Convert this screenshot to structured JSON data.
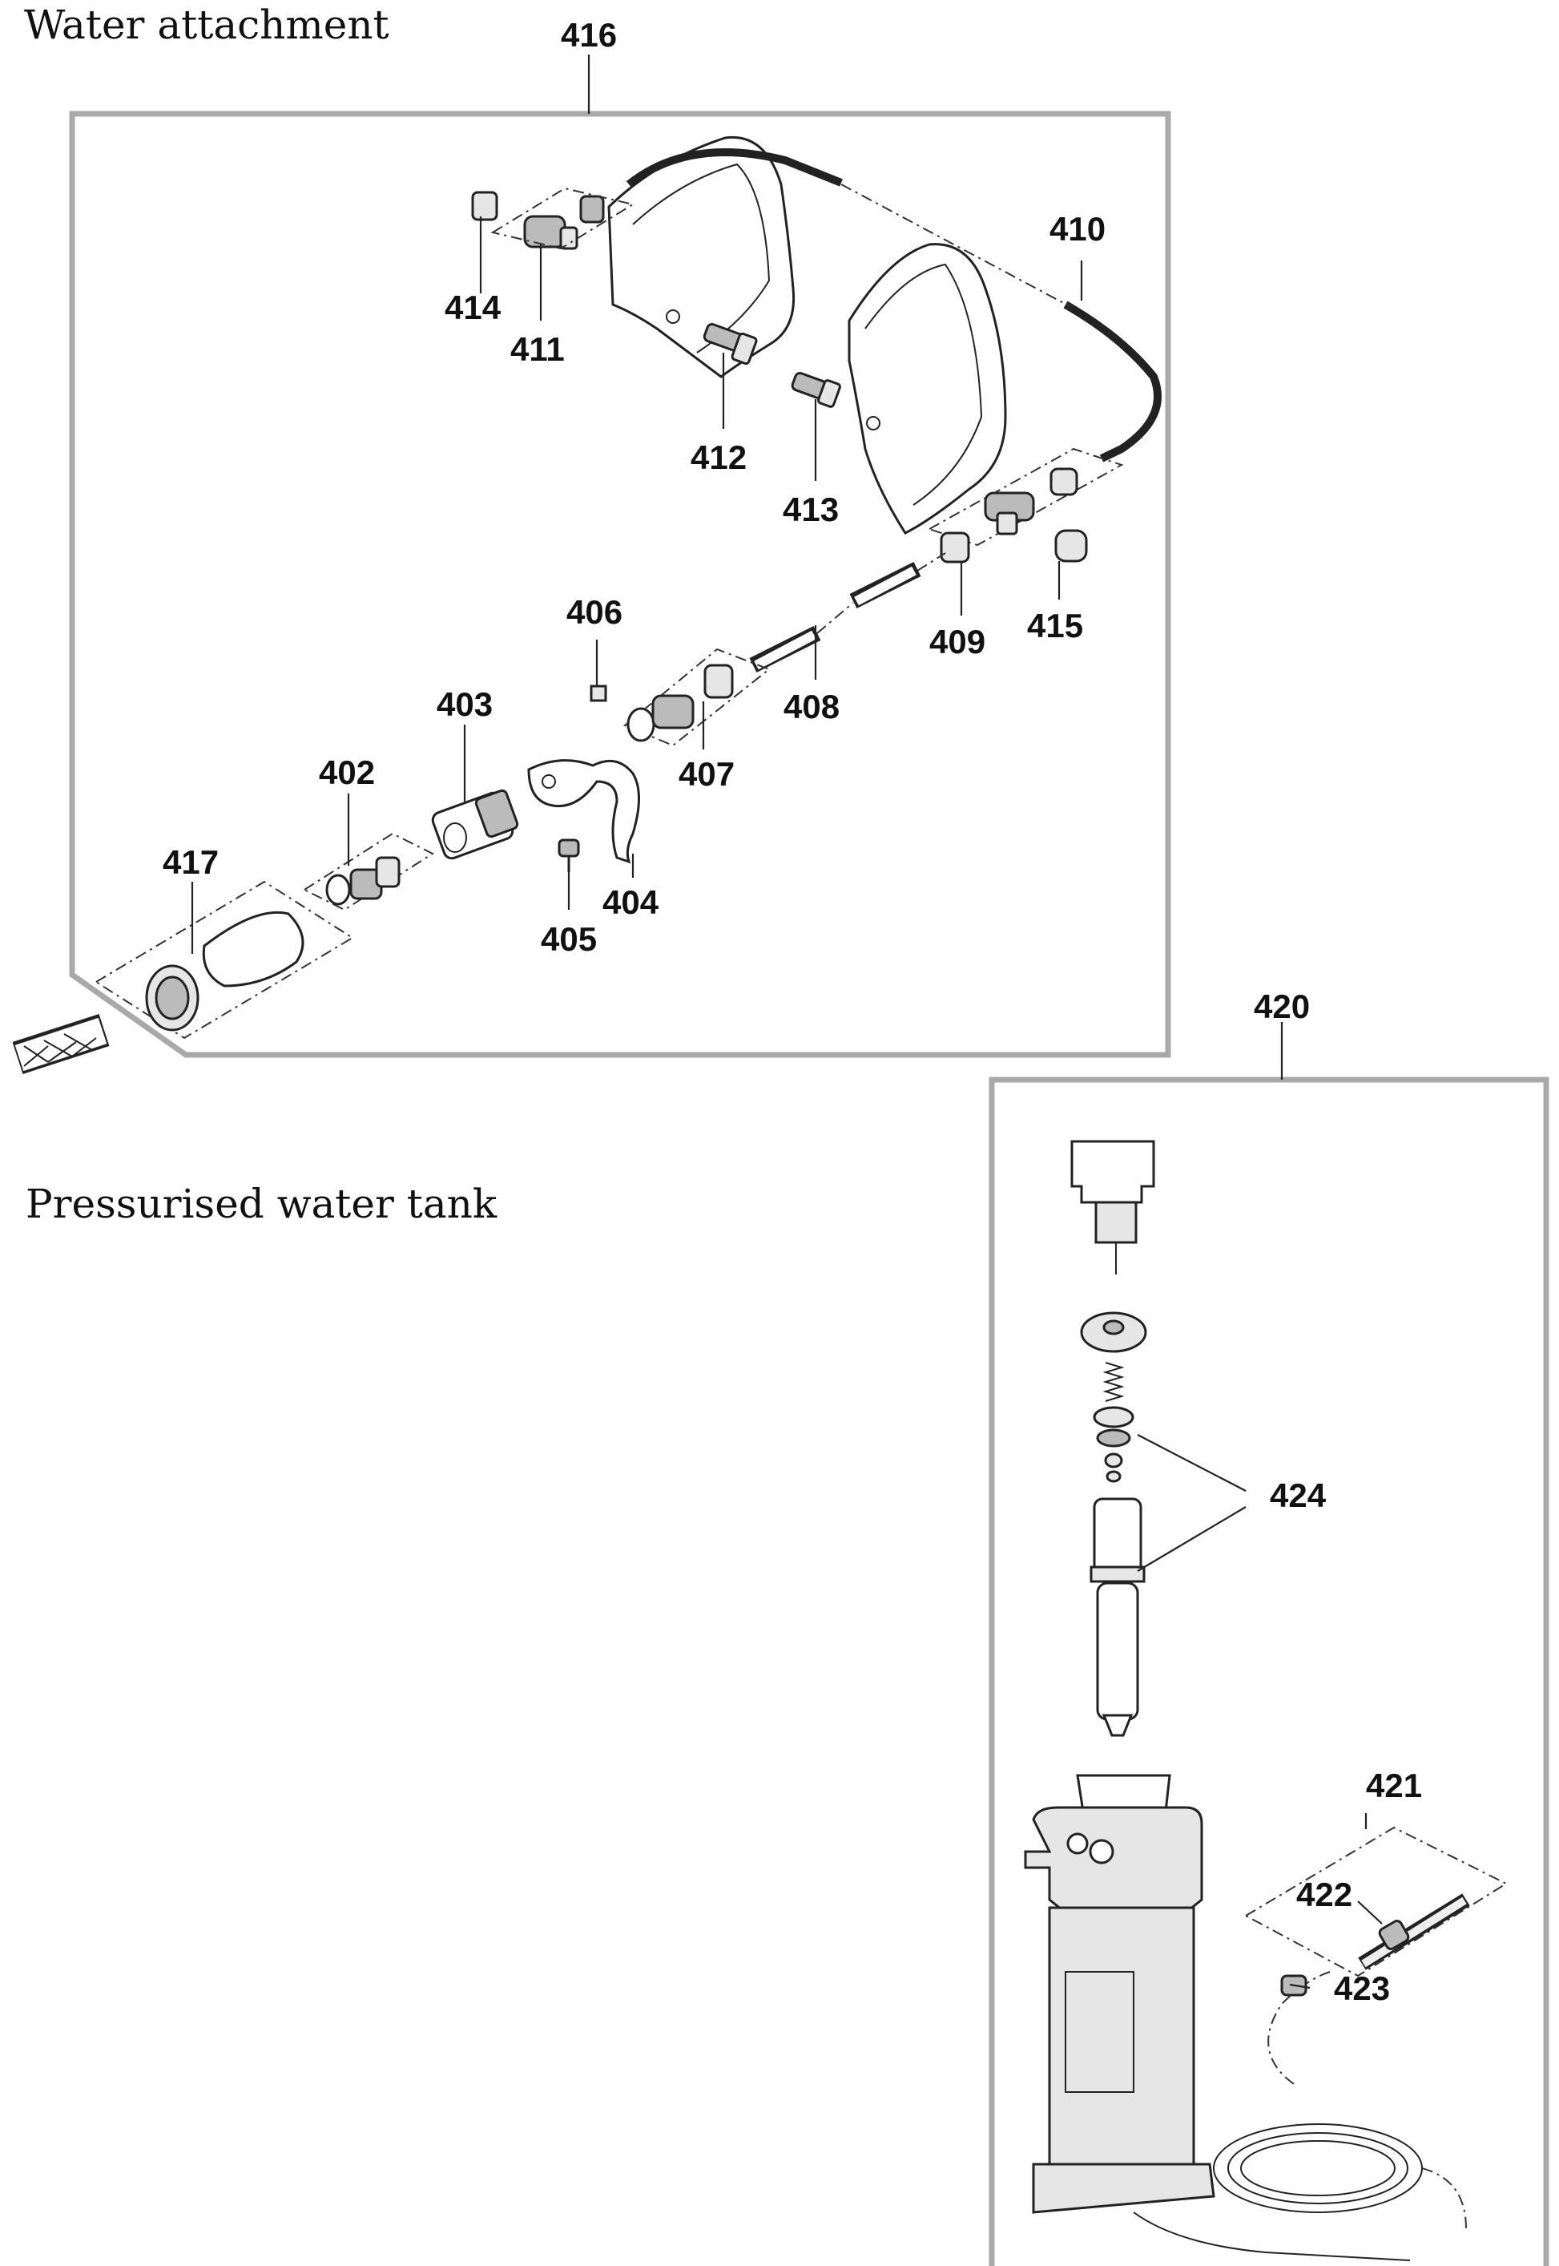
{
  "headings": {
    "water_attachment": "Water attachment",
    "pressurised_water_tank": "Pressurised water tank"
  },
  "callouts": {
    "p402": "402",
    "p403": "403",
    "p404": "404",
    "p405": "405",
    "p406": "406",
    "p407": "407",
    "p408": "408",
    "p409": "409",
    "p410": "410",
    "p411": "411",
    "p412": "412",
    "p413": "413",
    "p414": "414",
    "p415": "415",
    "p416": "416",
    "p417": "417",
    "p420": "420",
    "p421": "421",
    "p422": "422",
    "p423": "423",
    "p424": "424"
  },
  "colors": {
    "ink": "#111111",
    "frame": "#a9a9a9",
    "tank_body": "#e6e6e6"
  }
}
